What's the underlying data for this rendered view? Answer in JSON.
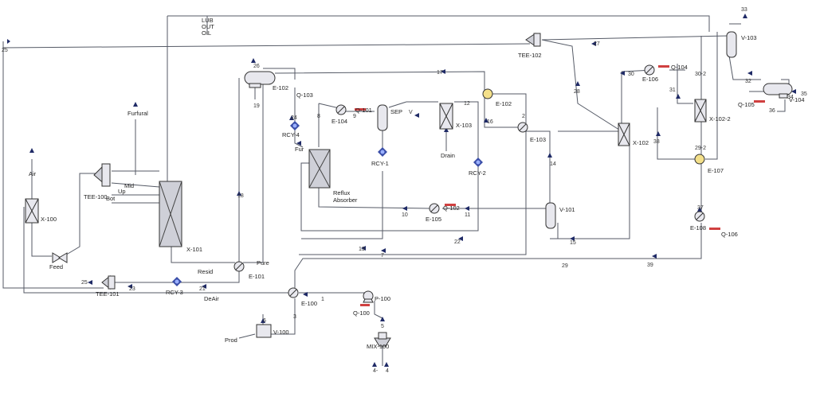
{
  "labels": {
    "lub": "LUB",
    "out": "OUT",
    "oil": "OIL",
    "s25a": "25",
    "s25b": "25",
    "s33": "33",
    "s27": "27",
    "s17": "17",
    "s26": "26",
    "s19": "19",
    "s18": "18",
    "s24": "24",
    "s8": "8",
    "s9": "9",
    "s12": "12",
    "s16": "16",
    "s2": "2",
    "s14": "14",
    "s28": "28",
    "s30": "30",
    "s31": "31",
    "s32": "32",
    "s34": "34",
    "s35": "35",
    "s36": "36",
    "s302": "30-2",
    "s292": "29-2",
    "s38": "38",
    "s37": "37",
    "s39": "39",
    "s29": "29",
    "s15": "15",
    "s11": "11",
    "s10": "10",
    "s22": "22",
    "s13": "13",
    "s7": "7",
    "s21": "21",
    "s23": "23",
    "s1": "1",
    "s3": "3",
    "s5": "5",
    "s6": "6",
    "s4": "4",
    "s4m": "4-",
    "sv": "V",
    "furfural": "Furfural",
    "mid": "Mid",
    "up": "Up",
    "bot": "Bot",
    "air": "Air",
    "feed": "Feed",
    "fur": "Fur",
    "drain": "Drain",
    "pure": "Pure",
    "resid": "Resid",
    "deair": "DeAir",
    "prod": "Prod",
    "reflux": "Reflux",
    "absorber": "Absorber",
    "sep": "SEP",
    "x100": "X-100",
    "tee100": "TEE-100",
    "x101": "X-101",
    "e102a": "E-102",
    "q103": "Q-103",
    "rcy4": "RCY-4",
    "e104": "E-104",
    "q101": "Q-101",
    "rcy1": "RCY-1",
    "x103": "X-103",
    "rcy2": "RCY-2",
    "e102b": "E-102",
    "e103": "E-103",
    "tee102": "TEE-102",
    "e106": "E-106",
    "q104": "Q-104",
    "x102": "X-102",
    "x1022": "X-102-2",
    "e107": "E-107",
    "v103": "V-103",
    "v104": "V-104",
    "q105": "Q-105",
    "e105": "E-105",
    "q102": "Q-102",
    "v101": "V-101",
    "e108": "E-108",
    "q106": "Q-106",
    "e101": "E-101",
    "tee101": "TEE-101",
    "rcy3": "RCY-3",
    "e100": "E-100",
    "p100": "P-100",
    "q100": "Q-100",
    "v100": "V-100",
    "mix100": "MIX-100"
  }
}
